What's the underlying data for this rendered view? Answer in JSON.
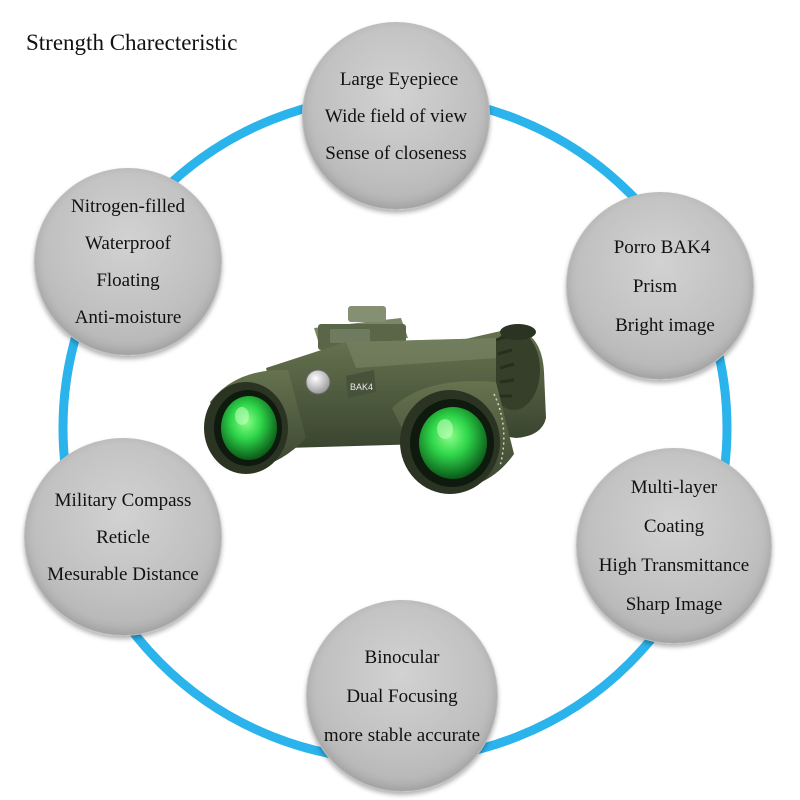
{
  "title": "Strength Charecteristic",
  "colors": {
    "ring": "#2bb3ec",
    "bubble": "#c4c4c4",
    "binocular_body": "#4d5a3e",
    "lens": "#2fd64a"
  },
  "binoculars": {
    "prism_label": "BAK4"
  },
  "features": {
    "top": {
      "lines": [
        "Large Eyepiece",
        "Wide field of view",
        "Sense of closeness"
      ]
    },
    "upper_left": {
      "lines": [
        "Nitrogen-filled",
        "Waterproof",
        "Floating",
        "Anti-moisture"
      ]
    },
    "upper_right": {
      "lines": [
        "Porro BAK4",
        "Prism",
        "Bright image"
      ]
    },
    "lower_left": {
      "lines": [
        "Military Compass",
        "Reticle",
        "Mesurable Distance"
      ]
    },
    "lower_right": {
      "lines": [
        "Multi-layer",
        "Coating",
        "High Transmittance",
        "Sharp Image"
      ]
    },
    "bottom": {
      "lines": [
        "Binocular",
        "Dual Focusing",
        "more stable accurate"
      ]
    }
  }
}
